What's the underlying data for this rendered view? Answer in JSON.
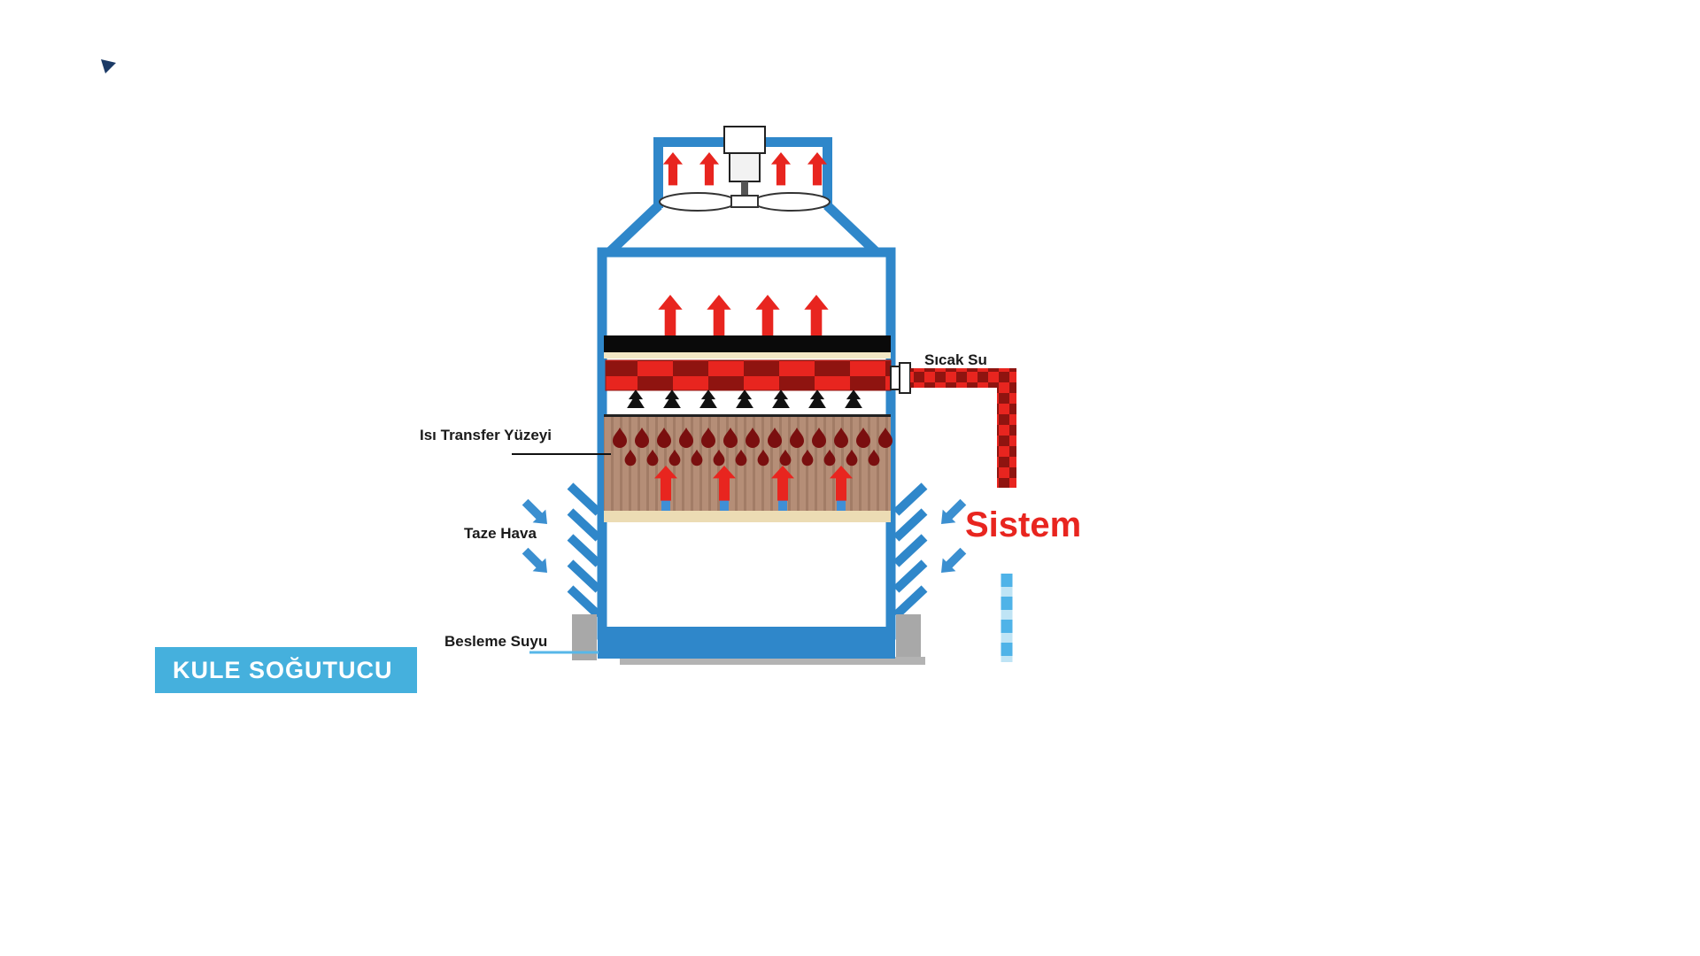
{
  "title_badge": {
    "label": "KULE SOĞUTUCU"
  },
  "labels": {
    "heat_transfer_surface": "Isı Transfer Yüzeyi",
    "fresh_air": "Taze Hava",
    "feed_water": "Besleme Suyu",
    "hot_water": "Sıcak Su",
    "system": "Sistem"
  },
  "colors": {
    "tower_blue": "#2f87ca",
    "badge_blue": "#45b0dd",
    "arrow_red": "#e8251f",
    "dark_red": "#8f1410",
    "fill_brown": "#b58e77",
    "cream_band": "#ecdcb4",
    "fresh_air_blue": "#3b8fd0",
    "dashed_line_blue": "#4fb3e8",
    "support_gray": "#a8a8a8",
    "label_black": "#1a1a1a"
  }
}
